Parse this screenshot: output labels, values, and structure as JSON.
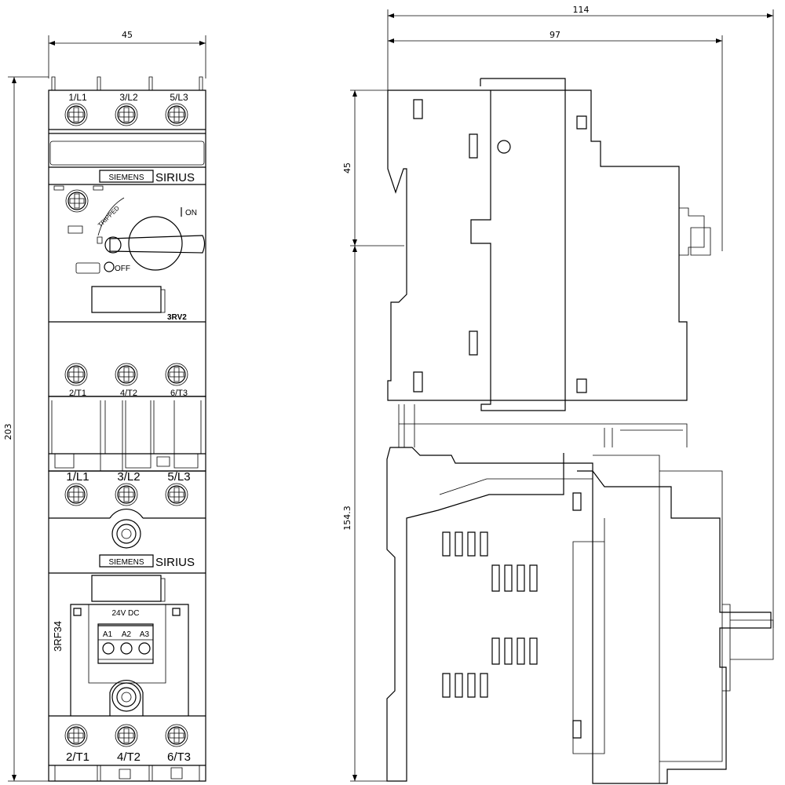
{
  "dimensions": {
    "front_width": "45",
    "front_height": "203",
    "side_total_depth": "114",
    "side_depth": "97",
    "side_upper_height": "45",
    "side_lower_height": "154.3"
  },
  "breaker": {
    "terminals_in": [
      "1/L1",
      "3/L2",
      "5/L3"
    ],
    "brand": "SIEMENS",
    "series": "SIRIUS",
    "tripped_label": "TRIPPED",
    "on_label": "ON",
    "off_label": "OFF",
    "model": "3RV2",
    "terminals_out": [
      "2/T1",
      "4/T2",
      "6/T3"
    ]
  },
  "relay": {
    "terminals_in": [
      "1/L1",
      "3/L2",
      "5/L3"
    ],
    "brand": "SIEMENS",
    "series": "SIRIUS",
    "voltage": "24V DC",
    "control_terminals": [
      "A1",
      "A2",
      "A3"
    ],
    "model": "3RF34",
    "terminals_out": [
      "2/T1",
      "4/T2",
      "6/T3"
    ]
  }
}
